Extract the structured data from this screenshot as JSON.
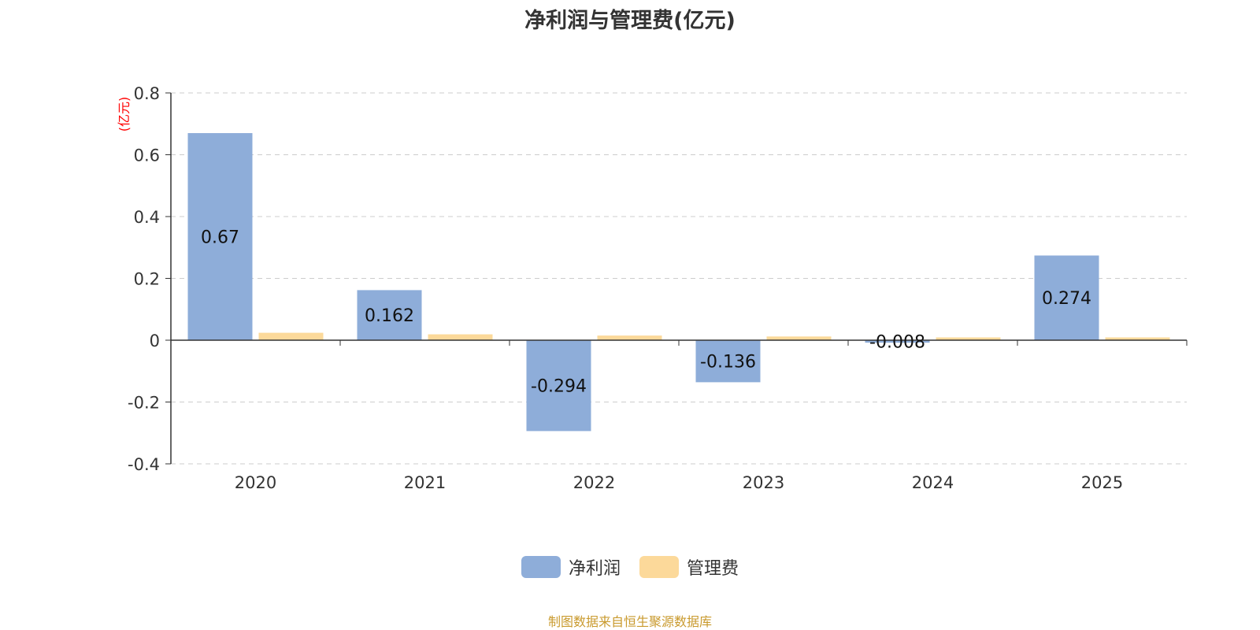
{
  "chart_data": {
    "type": "bar",
    "title": "净利润与管理费(亿元)",
    "ylabel": "(亿元)",
    "xlabel": "",
    "categories": [
      "2020",
      "2021",
      "2022",
      "2023",
      "2024",
      "2025"
    ],
    "series": [
      {
        "name": "净利润",
        "values": [
          0.67,
          0.162,
          -0.294,
          -0.136,
          -0.008,
          0.274
        ],
        "color": "#8eadd9",
        "show_labels": true
      },
      {
        "name": "管理费",
        "values": [
          0.024,
          0.019,
          0.015,
          0.012,
          0.009,
          0.009
        ],
        "color": "#fcd99a",
        "show_labels": false
      }
    ],
    "data_labels": [
      "0.67",
      "0.162",
      "-0.294",
      "-0.136",
      "-0.008",
      "0.274"
    ],
    "ylim": [
      -0.4,
      0.8
    ],
    "yticks": [
      -0.4,
      -0.2,
      0,
      0.2,
      0.4,
      0.6,
      0.8
    ],
    "ytick_labels": [
      "-0.4",
      "-0.2",
      "0",
      "0.2",
      "0.4",
      "0.6",
      "0.8"
    ],
    "grid": true,
    "legend_position": "bottom-center"
  },
  "footer": {
    "source": "制图数据来自恒生聚源数据库"
  },
  "colors": {
    "axis": "#333333",
    "grid": "#cccccc",
    "ylabel": "#ff0000",
    "footer": "#c99a2e"
  }
}
